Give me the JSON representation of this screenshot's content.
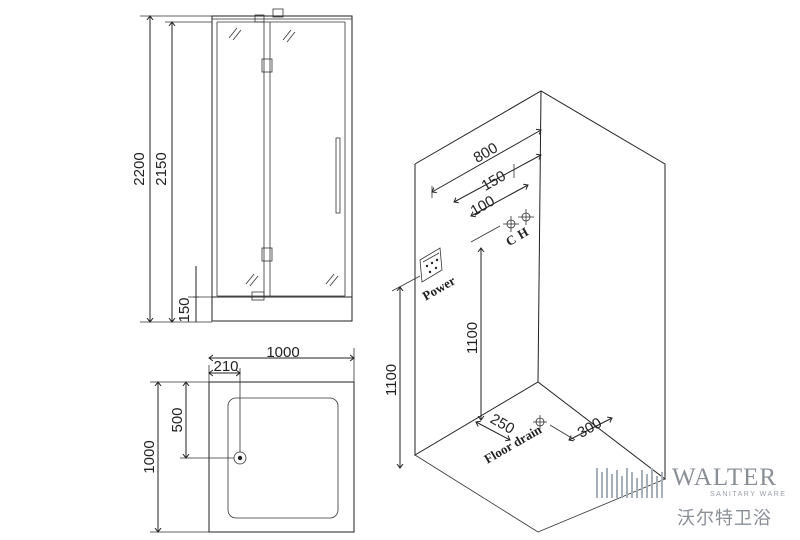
{
  "front_view": {
    "dim_overall_height": "2200",
    "dim_door_height": "2150",
    "dim_base_height": "150"
  },
  "plan_view": {
    "dim_width": "1000",
    "dim_depth": "1000",
    "dim_drain_x": "210",
    "dim_drain_y": "500"
  },
  "iso_view": {
    "dim_wall_width": "800",
    "dim_valve_offset": "150",
    "dim_valve_spacing": "100",
    "dim_valve_height": "1100",
    "dim_power_height": "1100",
    "dim_drain_from_wall": "250",
    "dim_drain_from_side": "300",
    "label_cold": "C",
    "label_hot": "H",
    "label_power": "Power",
    "label_floor_drain": "Floor drain"
  },
  "logo": {
    "brand": "WALTER",
    "tagline": "SANITARY WARE",
    "chinese_name": "沃尔特卫浴",
    "color": "#8a8f96"
  }
}
